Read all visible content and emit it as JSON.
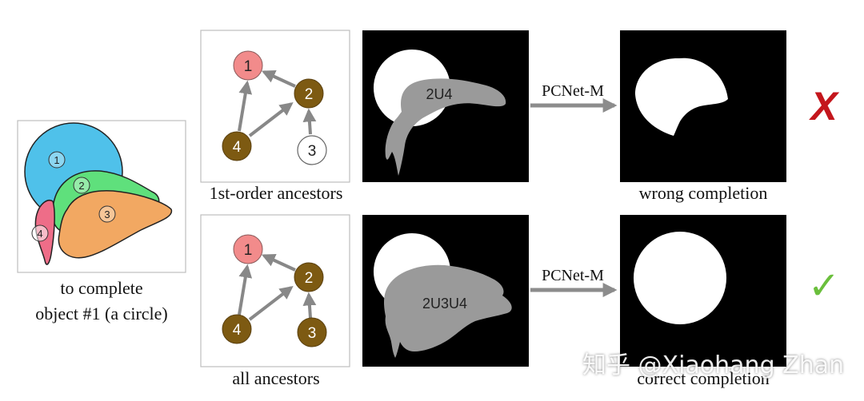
{
  "left_panel": {
    "caption_line1": "to complete",
    "caption_line2": "object #1 (a circle)",
    "shape_labels": [
      "1",
      "2",
      "3",
      "4"
    ]
  },
  "rows": [
    {
      "graph_caption": "1st-order ancestors",
      "nodes": [
        "1",
        "2",
        "3",
        "4"
      ],
      "mask_label": "2U4",
      "arrow_label": "PCNet-M",
      "result_caption": "wrong completion",
      "verdict": "X"
    },
    {
      "graph_caption": "all ancestors",
      "nodes": [
        "1",
        "2",
        "3",
        "4"
      ],
      "mask_label": "2U3U4",
      "arrow_label": "PCNet-M",
      "result_caption": "correct completion",
      "verdict": "✓"
    }
  ],
  "watermark": "知乎 @Xiaohang Zhan",
  "colors": {
    "node1": "#f28b8b",
    "node_ancestor": "#7d5a12",
    "shape1": "#4fc1ea",
    "shape2": "#5fe07c",
    "shape3": "#f2a862",
    "shape4": "#ee6d88",
    "wrong": "#c4161c",
    "correct": "#6abf3c",
    "mask_gray": "#9a9a9a"
  }
}
